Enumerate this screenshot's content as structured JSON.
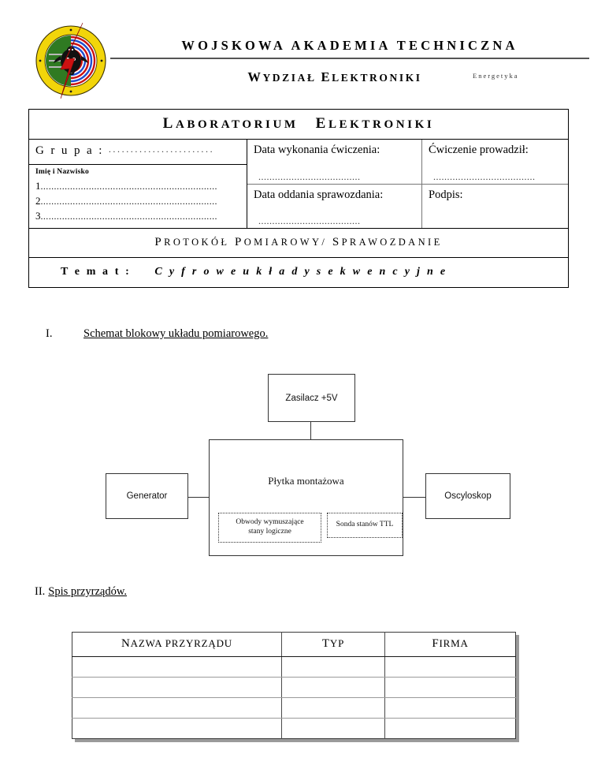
{
  "header": {
    "university": "WOJSKOWA AKADEMIA TECHNICZNA",
    "faculty_cap": "W",
    "faculty_rest": "YDZIAŁ ",
    "faculty_cap2": "E",
    "faculty_rest2": "LEKTRONIKI",
    "faculty_full": "WYDZIAŁ ELEKTRONIKI",
    "specialization": "Energetyka",
    "logo_alt": "wat-faculty-of-electronics-emblem"
  },
  "protocol": {
    "title_cap1": "L",
    "title_rest1": "ABORATORIUM",
    "title_cap2": "E",
    "title_rest2": "LEKTRONIKI",
    "title_full": "LABORATORIUM ELEKTRONIKI",
    "grupa_label": "G r u p a :",
    "grupa_value": "",
    "grupa_dots": "........................",
    "names_label": "Imię i Nazwisko",
    "name_rows": [
      {
        "num": "1",
        "dots": "..................................................................",
        "value": ""
      },
      {
        "num": "2",
        "dots": "..................................................................",
        "value": ""
      },
      {
        "num": "3",
        "dots": "..................................................................",
        "value": ""
      }
    ],
    "date_done_label": "Data wykonania ćwiczenia:",
    "date_done_value": "",
    "date_done_dots": ".....................................",
    "supervisor_label": "Ćwiczenie prowadził:",
    "supervisor_value": "",
    "supervisor_dots": ".....................................",
    "date_submit_label": "Data oddania sprawozdania:",
    "date_submit_value": "",
    "date_submit_dots": ".....................................",
    "signature_label": "Podpis:",
    "signature_value": "",
    "doc_type_cap1": "P",
    "doc_type_rest1": "ROTOKÓŁ ",
    "doc_type_cap2": "P",
    "doc_type_rest2": "OMIAROWY/ ",
    "doc_type_cap3": "S",
    "doc_type_rest3": "PRAWOZDANIE",
    "doc_type_full": "PROTOKÓŁ POMIAROWY/ SPRAWOZDANIE",
    "topic_label": "T e m a t :",
    "topic_value": "C y f r o w e   u k ł a d y   s e k w e n c y j n e"
  },
  "sections": {
    "one": {
      "number": "I.",
      "title": "Schemat blokowy układu pomiarowego."
    },
    "two": {
      "number": "II.",
      "title": "Spis przyrządów."
    }
  },
  "diagram": {
    "power_supply": "Zasilacz +5V",
    "generator": "Generator",
    "oscilloscope": "Oscyloskop",
    "board": "Płytka montażowa",
    "inner_circuits_line1": "Obwody  wymuszające",
    "inner_circuits_line2": "stany  logiczne",
    "inner_probe": "Sonda stanów TTL"
  },
  "instruments_table": {
    "headers": [
      {
        "cap": "N",
        "rest": "AZWA PRZYRZĄDU",
        "full": "NAZWA PRZYRZĄDU"
      },
      {
        "cap": "T",
        "rest": "YP",
        "full": "TYP"
      },
      {
        "cap": "F",
        "rest": "IRMA",
        "full": "FIRMA"
      }
    ],
    "rows": [
      {
        "name": "",
        "type": "",
        "company": ""
      },
      {
        "name": "",
        "type": "",
        "company": ""
      },
      {
        "name": "",
        "type": "",
        "company": ""
      },
      {
        "name": "",
        "type": "",
        "company": ""
      }
    ]
  },
  "colors": {
    "ink": "#000000",
    "rule": "#555555",
    "table_shadow": "#9a9a9a",
    "logo_ring": "#f2d50a",
    "logo_green": "#2f7a22",
    "logo_blue": "#1f4fd0",
    "logo_red": "#cc1111"
  }
}
